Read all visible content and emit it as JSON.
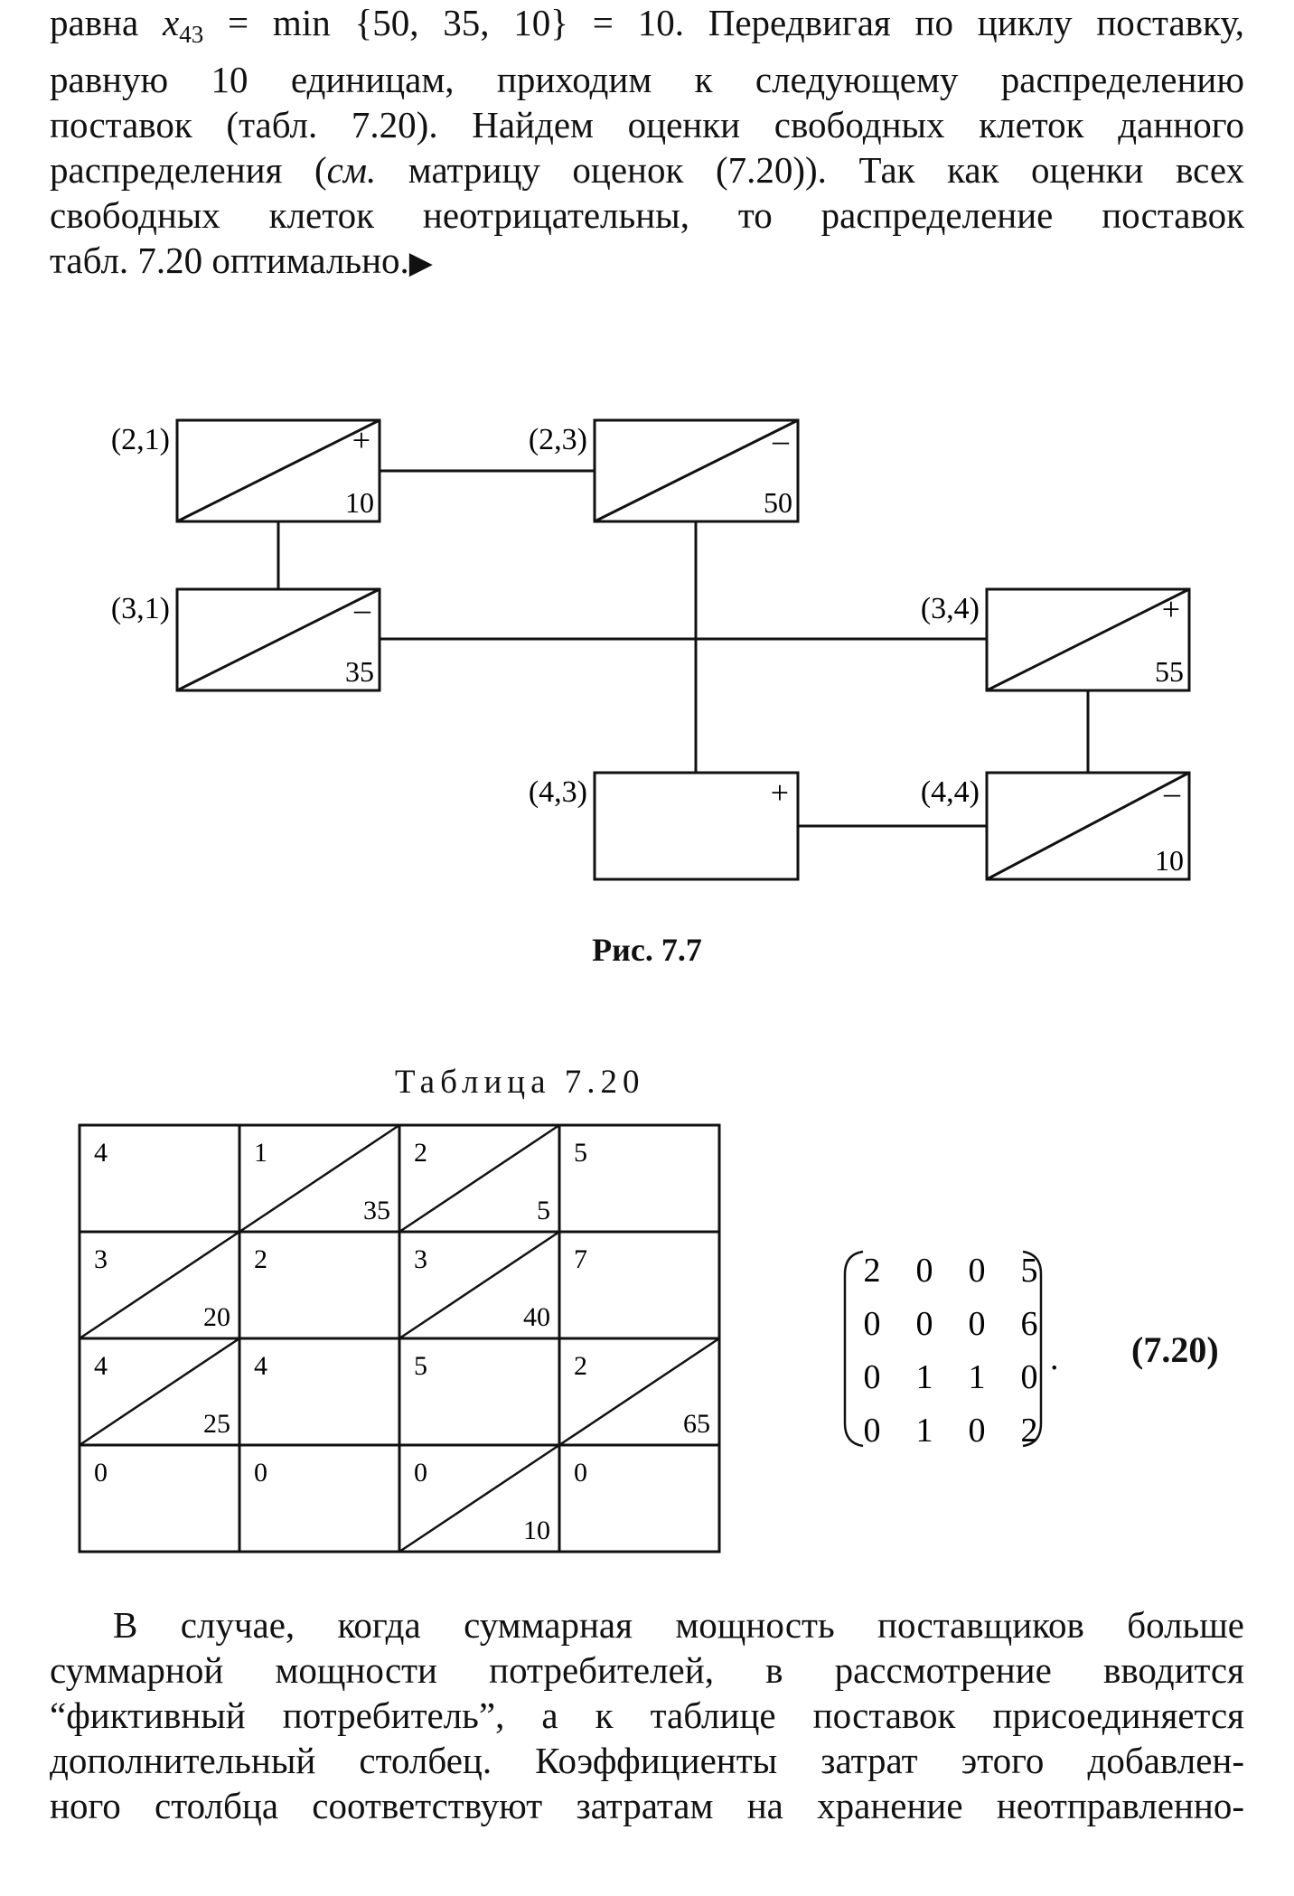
{
  "top_paragraph": {
    "line1_pre": "равна ",
    "line1_var": "x",
    "line1_sub": "43",
    "line1_post": " = min {50, 35, 10} = 10. Передвигая по циклу поставку,",
    "line2": "равную 10 единицам, приходим к следующему распределению",
    "line3": "поставок (табл. 7.20). Найдем оценки свободных клеток данного",
    "line4_pre": "распределения (",
    "line4_em": "см.",
    "line4_post": " матрицу оценок (7.20)). Так как оценки всех",
    "line5": "свободных клеток неотрицательны, то распределение поставок",
    "line6": "табл. 7.20 оптимально.",
    "end_mark": "▶"
  },
  "figure": {
    "caption": "Рис. 7.7",
    "cells": [
      {
        "label": "(2,1)",
        "sign": "+",
        "value": "10",
        "diagonal": true
      },
      {
        "label": "(2,3)",
        "sign": "–",
        "value": "50",
        "diagonal": true
      },
      {
        "label": "(3,1)",
        "sign": "–",
        "value": "35",
        "diagonal": true
      },
      {
        "label": "(3,4)",
        "sign": "+",
        "value": "55",
        "diagonal": true
      },
      {
        "label": "(4,3)",
        "sign": "+",
        "value": "",
        "diagonal": false
      },
      {
        "label": "(4,4)",
        "sign": "–",
        "value": "10",
        "diagonal": true
      }
    ]
  },
  "table": {
    "caption": "Таблица 7.20",
    "rows": [
      [
        {
          "cost": "4",
          "supply": ""
        },
        {
          "cost": "1",
          "supply": "35"
        },
        {
          "cost": "2",
          "supply": "5"
        },
        {
          "cost": "5",
          "supply": ""
        }
      ],
      [
        {
          "cost": "3",
          "supply": "20"
        },
        {
          "cost": "2",
          "supply": ""
        },
        {
          "cost": "3",
          "supply": "40"
        },
        {
          "cost": "7",
          "supply": ""
        }
      ],
      [
        {
          "cost": "4",
          "supply": "25"
        },
        {
          "cost": "4",
          "supply": ""
        },
        {
          "cost": "5",
          "supply": ""
        },
        {
          "cost": "2",
          "supply": "65"
        }
      ],
      [
        {
          "cost": "0",
          "supply": ""
        },
        {
          "cost": "0",
          "supply": ""
        },
        {
          "cost": "0",
          "supply": "10"
        },
        {
          "cost": "0",
          "supply": ""
        }
      ]
    ]
  },
  "matrix": {
    "rows": [
      [
        "2",
        "0",
        "0",
        "5"
      ],
      [
        "0",
        "0",
        "0",
        "6"
      ],
      [
        "0",
        "1",
        "1",
        "0"
      ],
      [
        "0",
        "1",
        "0",
        "2"
      ]
    ],
    "trailing": ".",
    "label": "(7.20)"
  },
  "bottom_paragraph": {
    "line1": "В случае, когда суммарная мощность поставщиков больше",
    "line2": "суммарной мощности потребителей, в рассмотрение вводится",
    "line3": "“фиктивный потребитель”, а к таблице поставок присоединяется",
    "line4": "дополнительный столбец. Коэффициенты затрат этого добавлен-",
    "line5": "ного столбца соответствуют затратам на хранение неотправленно-"
  }
}
